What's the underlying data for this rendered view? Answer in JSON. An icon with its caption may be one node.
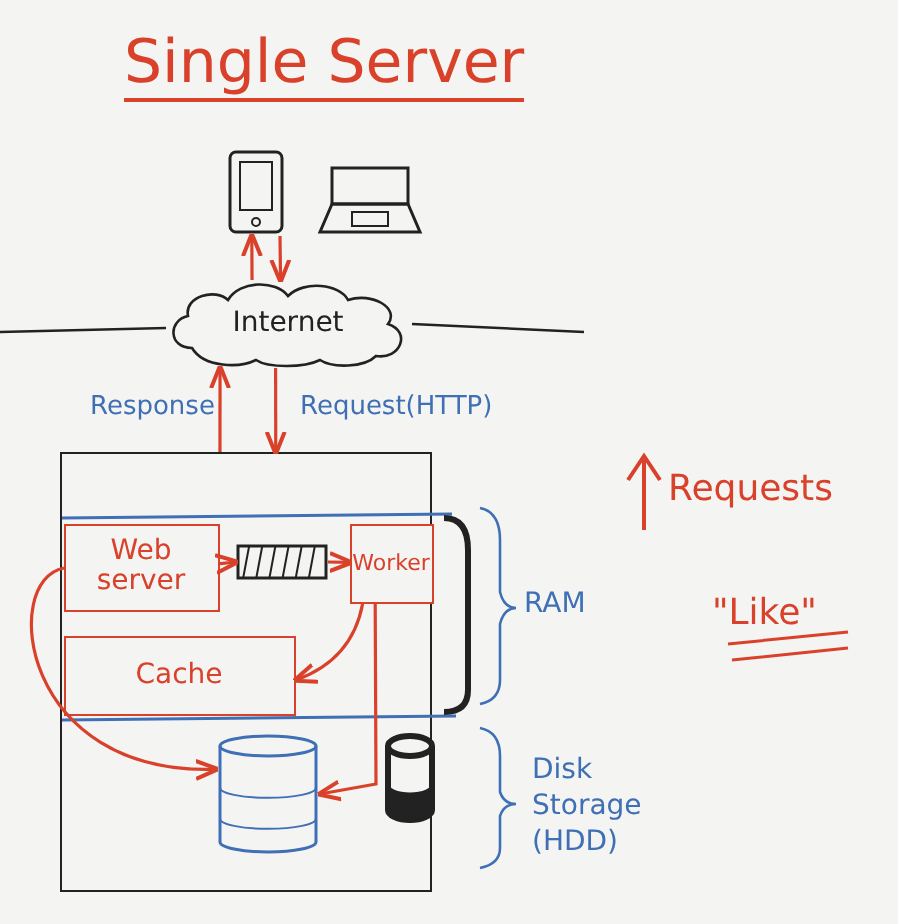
{
  "diagram": {
    "title": "Single Server",
    "nodes": [
      {
        "text": [],
        "shape": "phone"
      },
      {
        "text": [],
        "shape": "laptop"
      },
      {
        "text": [
          "Internet"
        ]
      },
      {
        "text": [],
        "shape": "box"
      },
      {
        "text": [
          "Web server"
        ],
        "in": 3
      },
      {
        "text": [],
        "shape": "queue",
        "in": 3
      },
      {
        "text": [
          "Worker"
        ],
        "in": 3
      },
      {
        "text": [
          "Cache"
        ],
        "in": 3
      },
      {
        "text": [],
        "shape": "cylinder",
        "in": 3
      },
      {
        "text": [],
        "shape": "cylinder",
        "in": 3
      }
    ],
    "edges": [
      {
        "from": 2,
        "to": 0,
        "arrow": "to"
      },
      {
        "from": 0,
        "to": 2,
        "arrow": "to"
      },
      {
        "from": 3,
        "to": 2,
        "arrow": "to",
        "label": "Response"
      },
      {
        "from": 2,
        "to": 3,
        "arrow": "to",
        "label": "Request(HTTP)"
      },
      {
        "from": 4,
        "to": 5,
        "arrow": "to"
      },
      {
        "from": 5,
        "to": 6,
        "arrow": "to"
      },
      {
        "from": 6,
        "to": 7,
        "arrow": "to"
      },
      {
        "from": 6,
        "to": 8,
        "arrow": "to"
      },
      {
        "from": 4,
        "to": 8,
        "arrow": "to"
      }
    ],
    "labels": [
      "Requests",
      "\"Like\"",
      "RAM",
      "Disk Storage (HDD)"
    ]
  }
}
